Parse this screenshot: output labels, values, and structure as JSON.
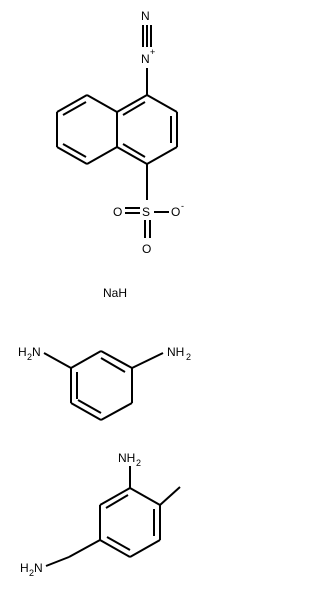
{
  "molecules": {
    "diazonium": {
      "n1": "N",
      "n1_charge": "+",
      "n2": "N",
      "sulfur": "S",
      "o_left": "O",
      "o_bottom": "O",
      "o_right": "O",
      "o_right_charge": "-"
    },
    "salt": {
      "label": "NaH"
    },
    "phenylenediamine": {
      "left_amine": "H",
      "left_amine_sub": "2",
      "left_amine_n": "N",
      "right_amine": "NH",
      "right_amine_sub": "2"
    },
    "toluenediamine": {
      "top_amine": "NH",
      "top_amine_sub": "2",
      "bottom_amine": "H",
      "bottom_amine_sub": "2",
      "bottom_amine_n": "N"
    }
  },
  "colors": {
    "ink": "#000000",
    "background": "#ffffff"
  }
}
